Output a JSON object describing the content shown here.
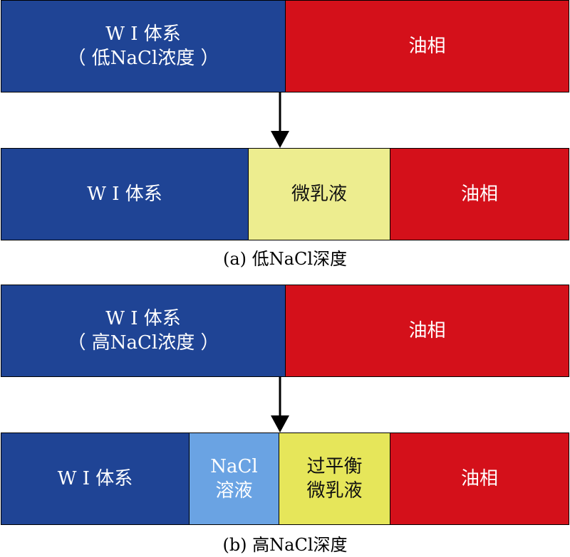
{
  "panel_a": {
    "top": {
      "wi_line1": "W I 体系",
      "wi_line2": "（ 低NaCl浓度 ）",
      "oil": "油相"
    },
    "bottom": {
      "wi": "W I 体系",
      "micro": "微乳液",
      "oil": "油相"
    },
    "caption": "(a) 低NaCl深度"
  },
  "panel_b": {
    "top": {
      "wi_line1": "W I 体系",
      "wi_line2": "（ 高NaCl浓度 ）",
      "oil": "油相"
    },
    "bottom": {
      "wi": "W I 体系",
      "nacl_line1": "NaCl",
      "nacl_line2": "溶液",
      "over_line1": "过平衡",
      "over_line2": "微乳液",
      "oil": "油相"
    },
    "caption": "(b) 高NaCl深度"
  },
  "colors": {
    "blue": "#1f4495",
    "red": "#d4101a",
    "yellow": "#eded8f",
    "yellow_dark": "#e6e65a",
    "light_blue": "#6aa3e3"
  }
}
